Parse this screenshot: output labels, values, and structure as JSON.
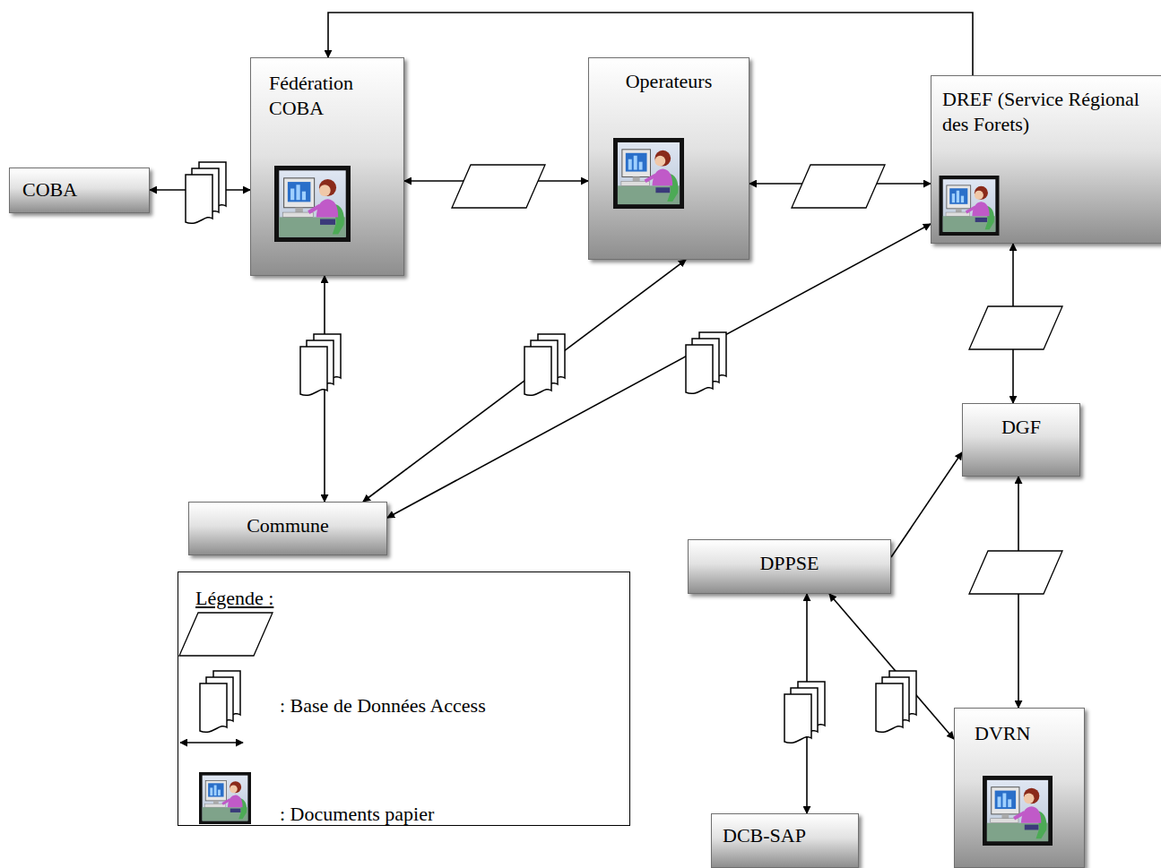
{
  "diagram": {
    "nodes": [
      {
        "text": [
          "Fédération COBA"
        ]
      },
      {
        "text": [
          "Operateurs"
        ]
      },
      {
        "text": [
          "DREF (Service Régional des Forets)"
        ]
      },
      {
        "text": [
          "COBA"
        ]
      },
      {
        "text": [
          "Commune"
        ]
      },
      {
        "text": [
          "DGF"
        ]
      },
      {
        "text": [
          "DPPSE"
        ]
      },
      {
        "text": [
          "DVRN"
        ]
      },
      {
        "text": [
          "DCB-SAP"
        ]
      }
    ],
    "edges": [
      {
        "from": 3,
        "to": 0,
        "arrow": "both"
      },
      {
        "from": 0,
        "to": 1,
        "arrow": "both"
      },
      {
        "from": 1,
        "to": 2,
        "arrow": "both"
      },
      {
        "from": 2,
        "to": 0,
        "arrow": "to"
      },
      {
        "from": 0,
        "to": 4,
        "arrow": "both"
      },
      {
        "from": 4,
        "to": 1,
        "arrow": "both"
      },
      {
        "from": 2,
        "to": 4,
        "arrow": "both"
      },
      {
        "from": 2,
        "to": 5,
        "arrow": "both"
      },
      {
        "from": 6,
        "to": 5,
        "arrow": "to"
      },
      {
        "from": 5,
        "to": 7,
        "arrow": "both"
      },
      {
        "from": 6,
        "to": 8,
        "arrow": "both"
      },
      {
        "from": 6,
        "to": 7,
        "arrow": "both"
      }
    ],
    "labels": [
      "Légende :"
    ],
    "legend": [
      {
        "text": ": Base de Données Access"
      },
      {
        "text": ": Documents papier"
      }
    ]
  }
}
